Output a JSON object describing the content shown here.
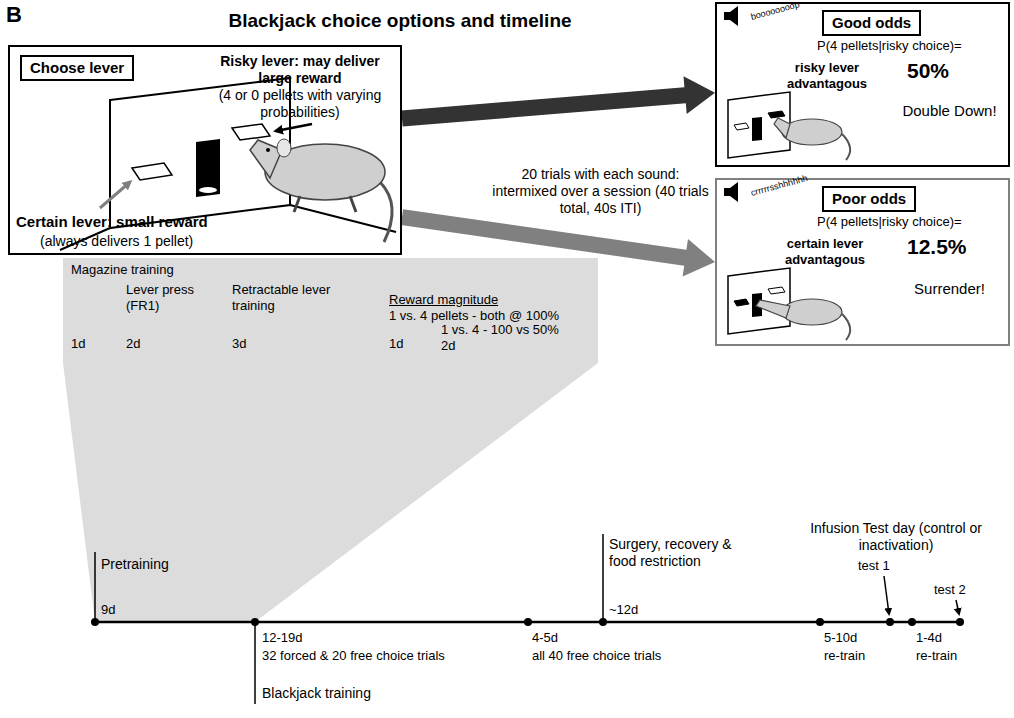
{
  "diagram": {
    "title": "Blackjack choice options and timeline",
    "nodes": [
      {
        "text": [
          "Risky lever: may deliver large reward",
          "(4 or 0 pellets with varying probabilities)",
          "Certain lever: small reward",
          "(always delivers 1 pellet)"
        ]
      },
      {
        "text": [
          "Choose lever"
        ],
        "in": 0
      },
      {
        "text": [
          "boooooooop",
          "P(4 pellets|risky choice)=",
          "50%",
          "risky lever advantagous",
          "Double Down!"
        ]
      },
      {
        "text": [
          "Good odds"
        ],
        "in": 2
      },
      {
        "text": [
          "crrrrrsshhhhhh",
          "P(4 pellets|risky choice)=",
          "12.5%",
          "certain lever advantagous",
          "Surrender!"
        ]
      },
      {
        "text": [
          "Poor odds"
        ],
        "in": 4
      },
      {
        "text": [
          "Magazine training",
          "1d",
          "Lever press (FR1)",
          "2d",
          "Retractable lever training",
          "3d",
          "Reward magnitude",
          "1 vs. 4 pellets - both @ 100%",
          "1d",
          "1 vs. 4 - 100 vs 50%",
          "2d"
        ]
      }
    ],
    "edges": [
      {
        "from": 0,
        "to": 2,
        "arrow": "to"
      },
      {
        "from": 0,
        "to": 4,
        "arrow": "to"
      }
    ],
    "labels": [
      "B",
      "20 trials with each sound: intermixed over a session (40 trials total, 40s ITI)",
      "Pretraining",
      "9d",
      "12-19d",
      "32 forced & 20 free choice trials",
      "Blackjack training",
      "4-5d",
      "all 40 free choice trials",
      "Surgery, recovery & food restriction",
      "~12d",
      "5-10d",
      "re-train",
      "Infusion Test day (control or inactivation)",
      "test 1",
      "1-4d",
      "re-train",
      "test 2"
    ]
  }
}
